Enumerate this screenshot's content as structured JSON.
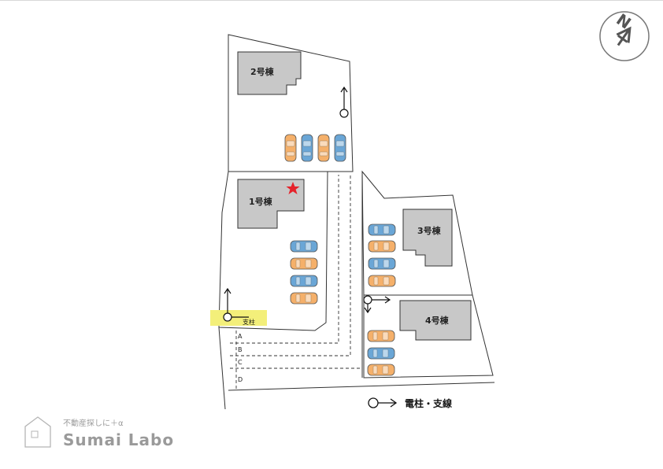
{
  "site_map": {
    "buildings": [
      {
        "id": "b2",
        "label": "2号棟"
      },
      {
        "id": "b1",
        "label": "1号棟"
      },
      {
        "id": "b3",
        "label": "3号棟"
      },
      {
        "id": "b4",
        "label": "4号棟"
      }
    ],
    "lanes": [
      "A",
      "B",
      "C",
      "D"
    ],
    "pole_label": "支柱",
    "legend_label": "電柱・支線",
    "north_label": "N",
    "colors": {
      "car_orange": "#f5b06a",
      "car_blue": "#6aa6d6",
      "building_fill": "#c8c8c8",
      "highlight": "#f3ef7a",
      "star": "#e5232b"
    }
  },
  "brand": {
    "subtitle": "不動産探しに＋α",
    "name": "Sumai Labo"
  }
}
